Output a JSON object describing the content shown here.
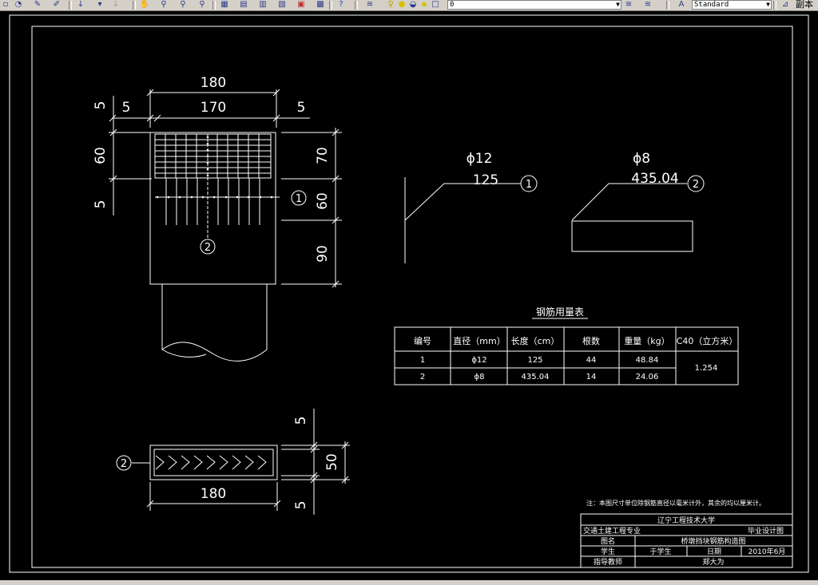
{
  "toolbar": {
    "layer_value": "0",
    "textstyle_value": "Standard",
    "right_label": "副本",
    "icons": [
      "new-icon",
      "open-icon",
      "save-icon",
      "print-icon",
      "undo-icon",
      "redo-icon",
      "pan-icon",
      "zoom-realtime-icon",
      "zoom-window-icon",
      "zoom-previous-icon",
      "properties-icon",
      "design-center-icon",
      "tool-palette-icon",
      "sheet-set-icon",
      "markup-icon",
      "calculator-icon",
      "help-icon",
      "layer-manager-icon",
      "layer-state-icon"
    ]
  },
  "drawing": {
    "colors": {
      "background": "#000000",
      "line": "#ffffff"
    },
    "top_view": {
      "dims": {
        "overall_width": "180",
        "inner_width": "170",
        "left_cover": "5",
        "right_cover": "5",
        "upper_h": "60",
        "cover_h": "5",
        "right_a": "70",
        "right_b": "60",
        "right_c": "90"
      },
      "bar_mark_1": "1",
      "bar_mark_2": "2"
    },
    "bar_shapes": {
      "bar1": {
        "diameter": "ϕ12",
        "length": "125",
        "mark": "1"
      },
      "bar2": {
        "diameter": "ϕ8",
        "length": "435.04",
        "mark": "2"
      }
    },
    "section_view": {
      "dims": {
        "width": "180",
        "height": "50",
        "top_cover": "5",
        "bottom_cover": "5"
      },
      "bar_mark": "2"
    },
    "rebar_table": {
      "title": "钢筋用量表",
      "headers": [
        "编号",
        "直径（mm）",
        "长度（cm）",
        "根数",
        "重量（kg）",
        "C40（立方米）"
      ],
      "rows": [
        [
          "1",
          "ϕ12",
          "125",
          "44",
          "48.84"
        ],
        [
          "2",
          "ϕ8",
          "435.04",
          "14",
          "24.06"
        ]
      ],
      "concrete": "1.254"
    },
    "note": "注：本图尺寸单位除钢筋直径以毫米计外，其余的均以厘米计。",
    "title_block": {
      "university": "辽宁工程技术大学",
      "major": "交通土建工程专业",
      "design_type": "毕业设计图",
      "drawing_name_label": "图名",
      "drawing_name": "桥墩挡块钢筋构造图",
      "student_label": "学生",
      "student": "于学生",
      "date_label": "日期",
      "date": "2010年6月",
      "advisor_label": "指导教师",
      "advisor": "郑大为"
    }
  }
}
